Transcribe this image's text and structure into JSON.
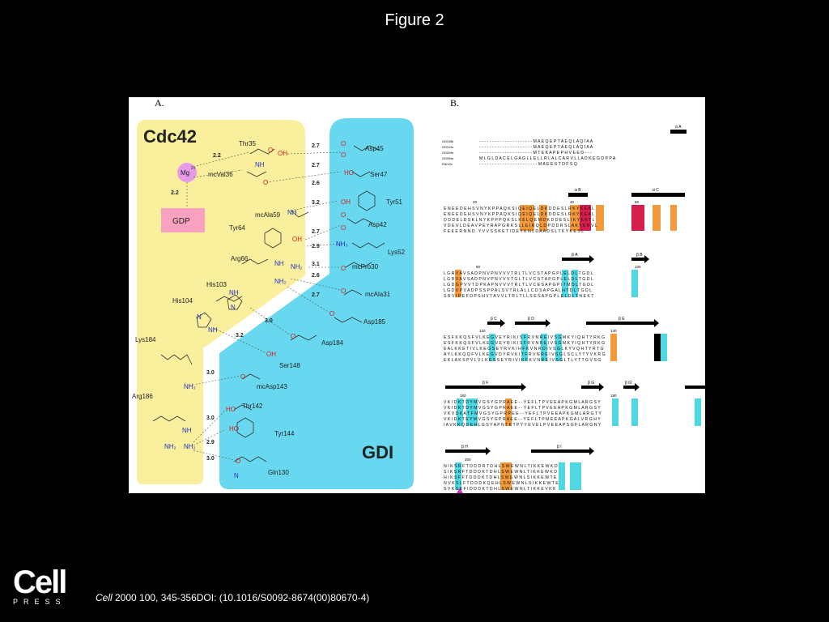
{
  "slide": {
    "title": "Figure 2",
    "citation_journal": "Cell",
    "citation_rest": " 2000 100, 345-356DOI: (10.1016/S0092-8674(00)80670-4)",
    "logo_main": "Cell",
    "logo_sub": "PRESS"
  },
  "panel_a": {
    "letter": "A.",
    "cdc42_label": "Cdc42",
    "gdi_label": "GDI",
    "gdp_label": "GDP",
    "mg_label": "Mg",
    "mg_charge": "2+",
    "residues": {
      "thr35": "Thr35",
      "mcval36": "mcVal36",
      "mcala59": "mcAla59",
      "tyr64": "Tyr64",
      "arg66": "Arg66",
      "his103": "His103",
      "his104": "His104",
      "lys184": "Lys184",
      "arg186": "Arg186",
      "asp45": "Asp45",
      "ser47": "Ser47",
      "tyr51": "Tyr51",
      "asp42": "Asp42",
      "lys52": "Lys52",
      "mcpro30": "mcPro30",
      "mcala31": "mcAla31",
      "asp185": "Asp185",
      "asp184": "Asp184",
      "ser148": "Ser148",
      "mcasp143": "mcAsp143",
      "thr142": "Thr142",
      "tyr144": "Tyr144",
      "gln130": "Gln130"
    },
    "distances": {
      "d1": "2.7",
      "d2": "2.7",
      "d3": "2.6",
      "d4": "3.2",
      "d5": "2.7",
      "d6": "2.9",
      "d7": "3.1",
      "d8": "2.6",
      "d9": "2.7",
      "d10": "3.0",
      "d11": "3.2",
      "d12": "3.0",
      "d13": "3.0",
      "d14": "2.9",
      "d15": "3.0",
      "mg1": "2.2",
      "mg2": "2.2"
    }
  },
  "panel_b": {
    "letter": "B.",
    "sequence_names": [
      "GDI1Bb",
      "GDI1Hs",
      "GDI2Hs",
      "GDI3Hs",
      "Rdi1Sc"
    ],
    "row1": [
      "- - - - - - - - - - - - - - - - - - - - - M A E Q E P T A E Q L A Q I A A",
      "- - - - - - - - - - - - - - - - - - - - - M A E Q E P T A E Q L A Q I A A",
      "- - - - - - - - - - - - - - - - - - - - - M T E K A P E P H V E E D - - -",
      "M L G L D A C E L G A G L L E L L R L A L C A R V L L A D K E G D P P A",
      "- - - - - - - - - - - - - - - - - - - - - - - M A E E S T D F S Q"
    ],
    "row2": [
      "E N E E D E H S V N Y K P P A Q K S I Q E I Q E L D K D D E S L R K Y K E A L",
      "E N E E D E H S V N Y K P P A Q K S I Q E I Q E L D K D D E S L R K Y K E A L",
      "D D D E L D S K L N Y K P P P Q K S L K E L Q E M D K D D E S L I K Y K K T L",
      "V D E V L D E A V P E Y R A P G R K S L L E I R Q L D P D D R S L A K Y K R V L",
      "F E E E R N N D . Y V V S S K E T I D E Y K N L D A A D S L T K Y K E S L"
    ],
    "row3": [
      "L G R V A V S A D P N V P N V V V T R L T L V C S T A P G P L E L D L T G D L",
      "L G R V A V S A D P N V P N V V V T G L T L V C S T A P G P L E L D L T G D L",
      "L G D G P V V T D P K A P N V V V T R L T L V C E S A P G P I T M D L T G D L",
      "L G D V P V A D P S S P P A L S V T R L A L L C D S A P G A L H T D L T G D L",
      "S R V I P E F D P S H V T A V V L T R L T L L S E S A P G P L E L D L T N E K T"
    ],
    "row4": [
      "E S F K K Q S F V L K E G V E Y R I K I S F R V N R E I V S G M K Y I Q H T Y R K G",
      "E S F K K Q S F V L K E G V E Y R I K I S F R V N R E I V S G M K Y I Q H T Y R K G",
      "E A L K K E T I V L K E G S E Y R V K I H F K V N R D I V S G L K Y V Q H T Y R T G",
      "A Y L K K Q Q F V L K E G V D Y R V K I T F R V N R E I V S G L S C L Y T Y V K R G",
      "E K L A K S P V L V L K E S S E Y R I V I K F K V N R E I V S G L T L Y T T G V S G"
    ],
    "row5": [
      "V K I D K T D Y M V G S Y G P R A E E - - Y E F L T P V E E A P K G M L A R G S Y",
      "V K I D K T D Y M V G S Y G P R A E E - - Y E F L T P V E E A P K G M L A R G S Y",
      "V K V D K A T F M V G S Y G P R P E E - - Y E F L T P V E E A P K G M L A R G T Y",
      "V K I D K T E Y M V G S Y G P R A E E - - Y E F L T P M E E A P K G A L V R G H Y",
      "I A V K K Q D E H L G S Y A P N T K T P Y Y E V E L P V E E A P S G F L A R G N Y"
    ],
    "row6": [
      "N I K S R F T D D D R T D H L S W E W N L T I K K E W K D",
      "S I K S R F T D D D K T D H L S W E W N L T I K K E W K D",
      "H I K S F F T D D D K T D H L S W E W N L S I K K E W T E",
      "N V K S L F T D D D K Q E H L S W E W N L S I K K E W T E",
      "S V K S K F I D D D K T D H L S W E W N L T I K K E V K K"
    ],
    "ss_labels": {
      "a1": "α A",
      "ab": "α B",
      "ac": "α C",
      "ba": "β A",
      "bb": "β B",
      "bc": "β C",
      "bd": "β D",
      "be": "β E",
      "bf": "β F",
      "bg": "β G",
      "bgp": "β G'",
      "bh": "β H",
      "bi": "β I"
    },
    "numbers": {
      "n20": "20",
      "n40": "40",
      "n60": "60",
      "n80": "80",
      "n100": "100",
      "n120": "120",
      "n140": "140",
      "n160": "160",
      "n180": "180",
      "n200": "200"
    }
  }
}
